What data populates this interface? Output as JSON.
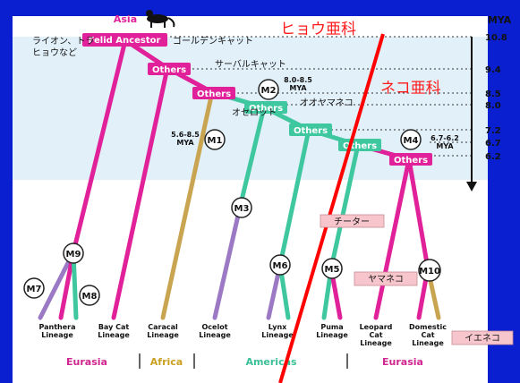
{
  "header": {
    "top_region": "Asia",
    "mya_label": "MYA",
    "subfamily_pantherinae": "ヒョウ亜科",
    "subfamily_felinae": "ネコ亜科"
  },
  "nodes": {
    "ancestor": "Felid Ancestor",
    "others_1": "Others",
    "others_2": "Others",
    "others_3": "Others",
    "others_4": "Others",
    "others_5": "Others",
    "others_6": "Others"
  },
  "annotations_jp": {
    "lion_leopard": "ライオン、トラ\nヒョウなど",
    "golden_cat": "ゴールデンキャット",
    "serval": "サーバルキャット",
    "ocelot": "オセロット",
    "wildcat": "オオヤマネコ",
    "cheetah": "チーター",
    "leopard_cat": "ヤマネコ",
    "house_cat": "イエネコ"
  },
  "migrations": {
    "m1": "M1",
    "m2": "M2",
    "m3": "M3",
    "m4": "M4",
    "m5": "M5",
    "m6": "M6",
    "m7": "M7",
    "m8": "M8",
    "m9": "M9",
    "m10": "M10"
  },
  "migration_dates": {
    "m1": "5.6-8.5\nMYA",
    "m2": "8.0-8.5\nMYA",
    "m4": "6.7-6.2\nMYA"
  },
  "time_scale": [
    "10.8",
    "9.4",
    "8.5",
    "8.0",
    "7.2",
    "6.7",
    "6.2"
  ],
  "lineages": [
    "Panthera\nLineage",
    "Bay Cat\nLineage",
    "Caracal\nLineage",
    "Ocelot\nLineage",
    "Lynx\nLineage",
    "Puma\nLineage",
    "Leopard\nCat\nLineage",
    "Domestic\nCat\nLineage"
  ],
  "regions": [
    "Eurasia",
    "Africa",
    "Americas",
    "Eurasia"
  ],
  "colors": {
    "magenta": "#e0219a",
    "teal": "#3fc79f",
    "tan": "#c9a552",
    "purple": "#9b79c5",
    "red_line": "#ff0000",
    "region_magenta": "#d0268f",
    "region_gold": "#c9a020",
    "region_teal": "#3bbf96"
  }
}
